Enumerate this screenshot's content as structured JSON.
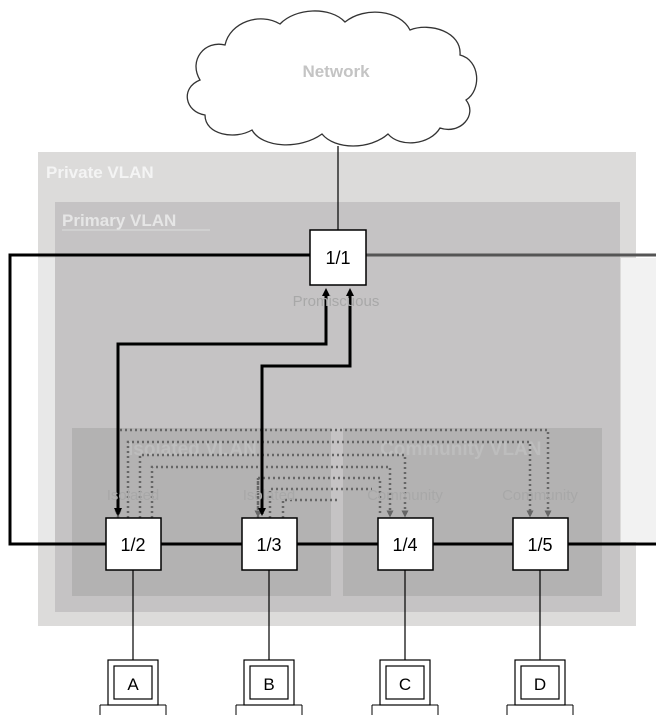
{
  "network": {
    "label": "Network"
  },
  "regions": {
    "private_vlan": "Private VLAN",
    "primary_vlan": "Primary VLAN",
    "isolated_vlan": "Isolated VLAN",
    "community_vlan": "Community VLAN"
  },
  "switches": [
    {
      "id": "1/1",
      "role": "Promiscuous"
    },
    {
      "id": "1/2",
      "role": "Isolated"
    },
    {
      "id": "1/3",
      "role": "Isolated"
    },
    {
      "id": "1/4",
      "role": "Community"
    },
    {
      "id": "1/5",
      "role": "Community"
    }
  ],
  "hosts": [
    "A",
    "B",
    "C",
    "D"
  ]
}
